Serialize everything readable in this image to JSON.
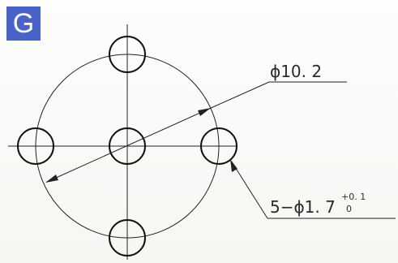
{
  "figure": {
    "badge_letter": "G",
    "badge_color": "#4a63c8",
    "line_color": "#222222",
    "hole_stroke_color": "#111111"
  },
  "dimensions": {
    "pitch_circle_diameter_label": "ϕ10. 2",
    "hole_callout_main": "5−ϕ1. 7",
    "hole_callout_tol_upper": "+0. 1",
    "hole_callout_tol_lower": "0"
  },
  "holes": {
    "count": 5,
    "arrangement": [
      "top",
      "left",
      "center",
      "right",
      "bottom"
    ]
  }
}
